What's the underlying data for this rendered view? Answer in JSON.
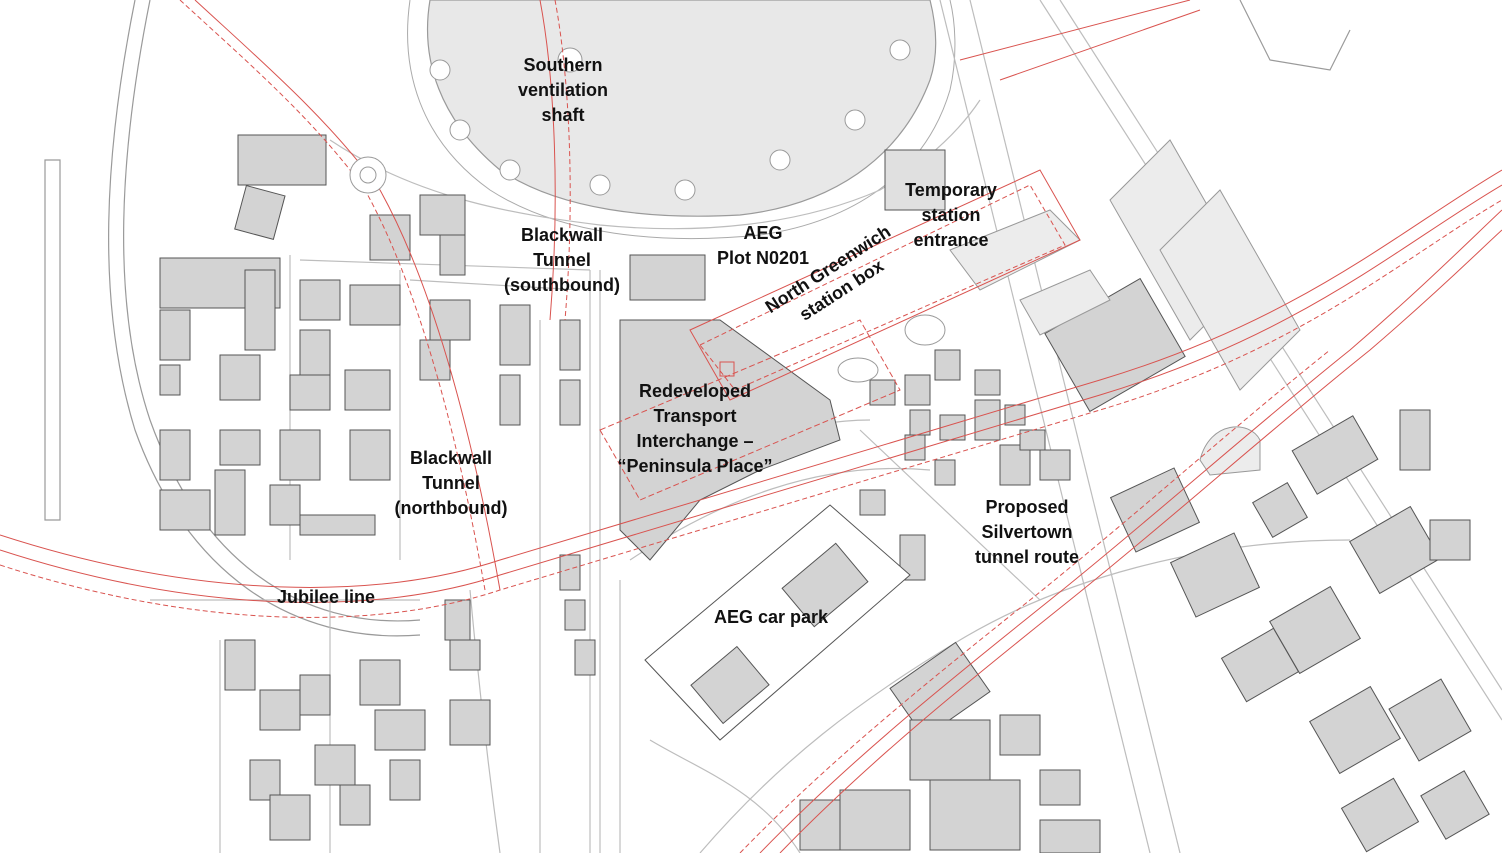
{
  "colors": {
    "background": "#ffffff",
    "building_fill": "#d3d3d3",
    "building_stroke": "#555555",
    "dome_fill": "#e8e8e8",
    "road_stroke": "#bdbdbd",
    "route_red": "#d9534f"
  },
  "labels": {
    "southern_ventilation_shaft": [
      "Southern",
      "ventilation",
      "shaft"
    ],
    "blackwall_southbound": [
      "Blackwall",
      "Tunnel",
      "(southbound)"
    ],
    "aeg_plot": [
      "AEG",
      "Plot N0201"
    ],
    "temporary_station_entrance": [
      "Temporary",
      "station",
      "entrance"
    ],
    "north_greenwich_station_box": [
      "North Greenwich",
      "station box"
    ],
    "redeveloped_interchange": [
      "Redeveloped",
      "Transport",
      "Interchange –",
      "“Peninsula Place”"
    ],
    "blackwall_northbound": [
      "Blackwall",
      "Tunnel",
      "(northbound)"
    ],
    "jubilee_line": "Jubilee line",
    "aeg_car_park": "AEG car park",
    "proposed_silvertown": [
      "Proposed",
      "Silvertown",
      "tunnel route"
    ]
  }
}
